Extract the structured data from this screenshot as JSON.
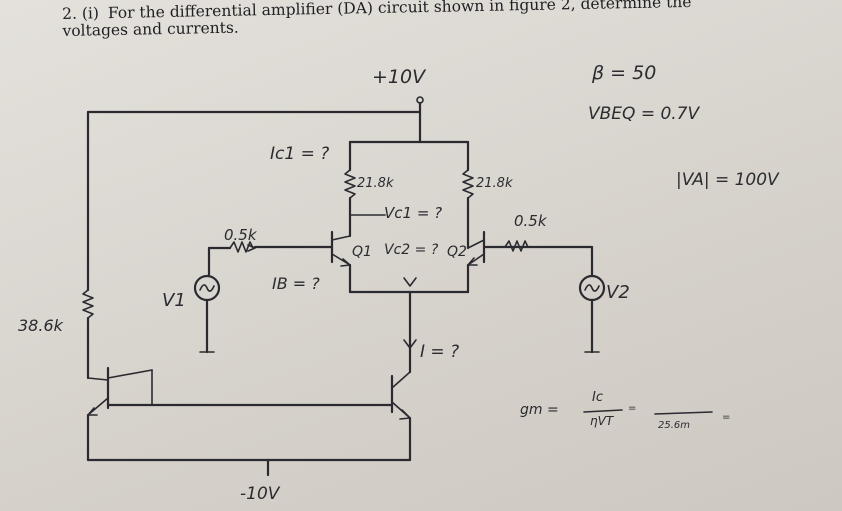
{
  "question": {
    "number": "2. (i)",
    "text": "For the differential amplifier (DA) circuit shown in figure 2, determine the voltages and currents."
  },
  "labels": {
    "supply_pos": "+10V",
    "supply_neg": "-10V",
    "beta": "β = 50",
    "vbe": "VBEQ = 0.7V",
    "va": "|VA| = 100V",
    "ic1": "Ic1 = ?",
    "rc1": "21.8k",
    "rc2": "21.8k",
    "vc1": "Vc1 = ?",
    "vc2": "Vc2 = ?",
    "q1": "Q1",
    "q2": "Q2",
    "rb1": "0.5k",
    "rb2": "0.5k",
    "ib": "IB = ?",
    "v1": "V1",
    "v2": "V2",
    "rref": "38.6k",
    "itail": "I = ?",
    "gm": "gm =",
    "gm_num": "Ic",
    "gm_den": "ηVT",
    "gm_eq": "=",
    "gm_val": "25.6m",
    "gm_eq2": "="
  },
  "colors": {
    "ink": "#2a2a30",
    "paper": "#dcd8d2"
  }
}
